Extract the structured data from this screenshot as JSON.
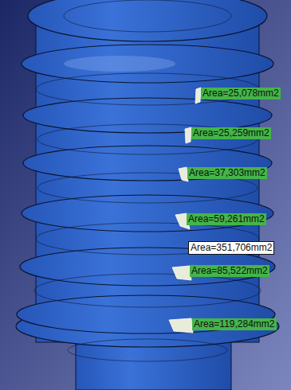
{
  "diagram": {
    "labels": [
      "Area=25,078mm2",
      "Area=25,259mm2",
      "Area=37,303mm2",
      "Area=59,261mm2",
      "Area=351,706mm2",
      "Area=85,522mm2",
      "Area=119,284mm2"
    ]
  }
}
